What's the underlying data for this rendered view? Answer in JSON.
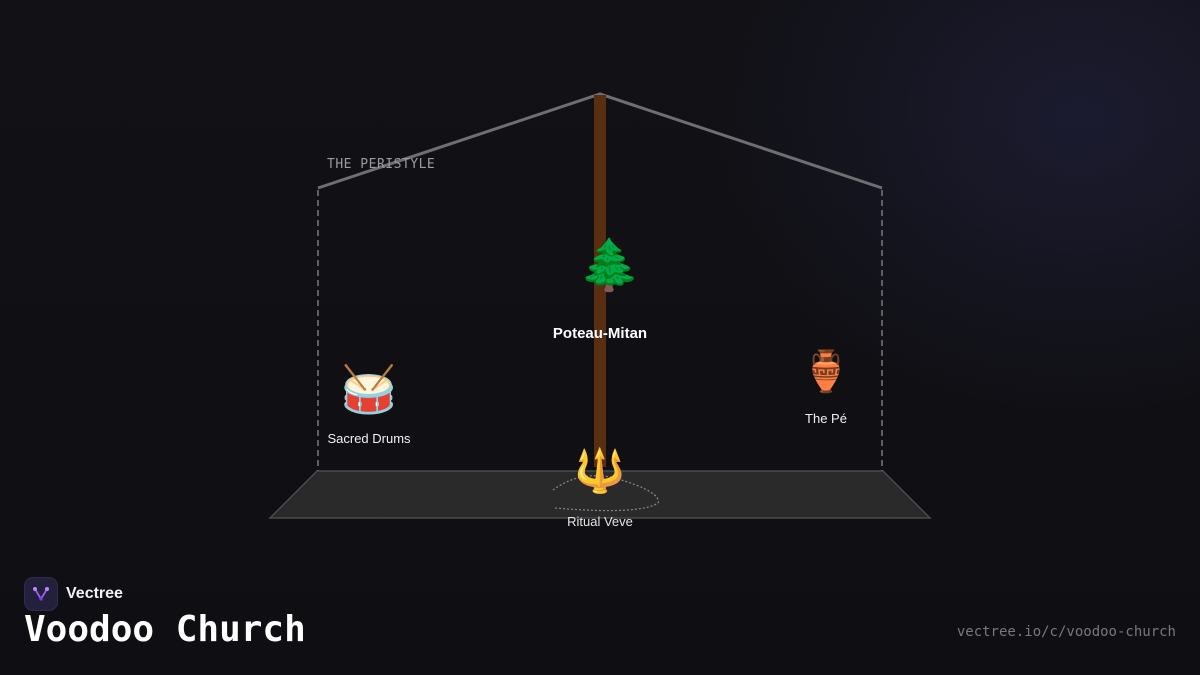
{
  "scene": {
    "area_label": "THE PERISTYLE",
    "items": [
      {
        "id": "sacred-drums",
        "icon": "drum-icon",
        "glyph": "🥁",
        "label": "Sacred Drums"
      },
      {
        "id": "poteau-mitan",
        "icon": "evergreen-tree-icon",
        "glyph": "🌲",
        "label": "Poteau-Mitan"
      },
      {
        "id": "the-pe",
        "icon": "amphora-icon",
        "glyph": "🏺",
        "label": "The Pé"
      },
      {
        "id": "ritual-veve",
        "icon": "trident-icon",
        "glyph": "🔱",
        "label": "Ritual Veve"
      }
    ],
    "colors": {
      "roof": "#6e6e73",
      "walls": "#5e5e63",
      "floor": "#2a2a2a",
      "pole": "#5a2e10",
      "accent": "#9b5cf0"
    }
  },
  "brand": {
    "name": "Vectree",
    "logo_icon": "vectree-logo-icon"
  },
  "page": {
    "title": "Voodoo Church",
    "url": "vectree.io/c/voodoo-church"
  }
}
